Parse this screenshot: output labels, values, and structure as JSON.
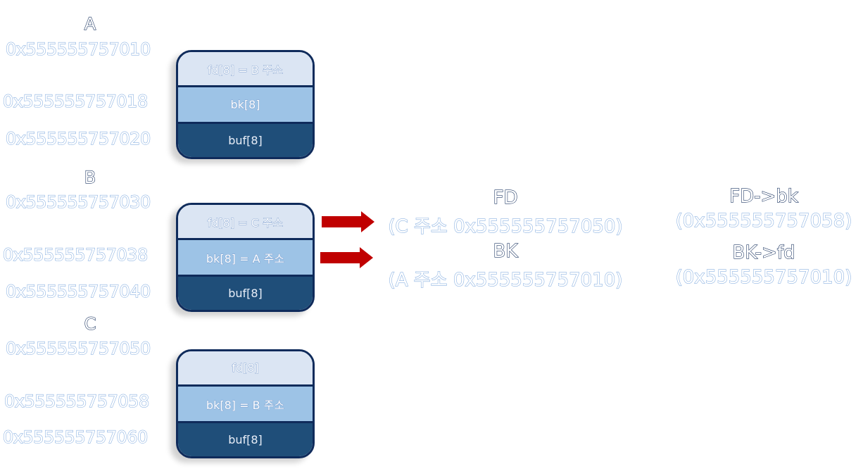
{
  "chunks": [
    {
      "name": "A",
      "addresses": [
        "0x555555757010",
        "0x555555757018",
        "0x555555757020"
      ],
      "fields": {
        "fd": "fd[8] = B 주소",
        "bk": "bk[8]",
        "buf": "buf[8]"
      }
    },
    {
      "name": "B",
      "addresses": [
        "0x555555757030",
        "0x555555757038",
        "0x555555757040"
      ],
      "fields": {
        "fd": "fd[8] = C 주소",
        "bk": "bk[8] = A 주소",
        "buf": "buf[8]"
      }
    },
    {
      "name": "C",
      "addresses": [
        "0x555555757050",
        "0x555555757058",
        "0x555555757060"
      ],
      "fields": {
        "fd": "fd[8]",
        "bk": "bk[8] = B 주소",
        "buf": "buf[8]"
      }
    }
  ],
  "pointers": {
    "fd_title": "FD",
    "fd_value": "(C 주소 0x555555757050)",
    "bk_title": "BK",
    "bk_value": "(A 주소 0x555555757010)"
  },
  "derived": {
    "fd_bk_title": "FD->bk",
    "fd_bk_value": "(0x555555757058)",
    "bk_fd_title": "BK->fd",
    "bk_fd_value": "(0x555555757010)"
  },
  "colors": {
    "chunk_border": "#0f2b5b",
    "fd_fill": "#dbe5f3",
    "bk_fill": "#9dc3e6",
    "buf_fill": "#1f4e79",
    "arrow": "#c00000",
    "text_outline": "#8db3e2"
  }
}
